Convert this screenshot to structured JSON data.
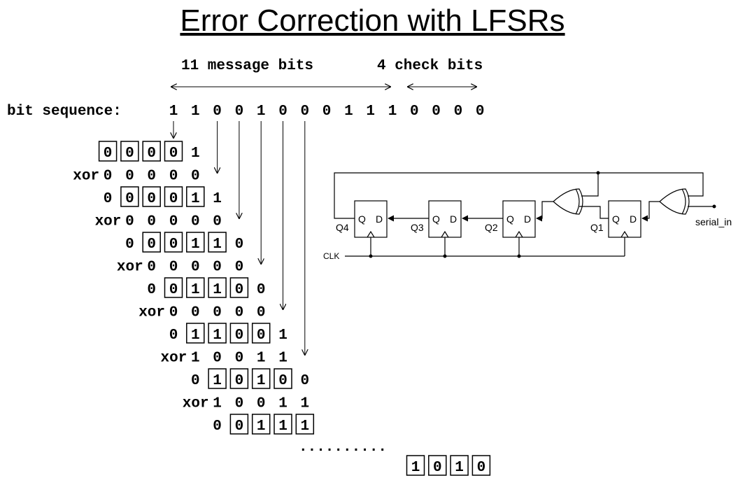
{
  "title": "Error Correction with LFSRs",
  "labels": {
    "message_bits": "11 message bits",
    "check_bits": "4 check bits",
    "bit_sequence": "bit sequence:",
    "xor": "xor",
    "ellipsis": "..........",
    "serial_in": "serial_in",
    "clk": "CLK",
    "q": "Q",
    "d": "D"
  },
  "bit_sequence": [
    "1",
    "1",
    "0",
    "0",
    "1",
    "0",
    "0",
    "0",
    "1",
    "1",
    "1",
    "0",
    "0",
    "0",
    "0"
  ],
  "message_bit_count": 11,
  "rows": [
    {
      "kind": "reg",
      "col": 0,
      "bits": [
        "0",
        "0",
        "0",
        "0"
      ],
      "incoming": "1",
      "lead": ""
    },
    {
      "kind": "xor",
      "col": 1,
      "bits": [
        "0",
        "0",
        "0",
        "0",
        "0"
      ]
    },
    {
      "kind": "reg",
      "col": 1,
      "bits": [
        "0",
        "0",
        "0",
        "1"
      ],
      "incoming": "1",
      "lead": "0"
    },
    {
      "kind": "xor",
      "col": 2,
      "bits": [
        "0",
        "0",
        "0",
        "0",
        "0"
      ]
    },
    {
      "kind": "reg",
      "col": 2,
      "bits": [
        "0",
        "0",
        "1",
        "1"
      ],
      "incoming": "0",
      "lead": "0"
    },
    {
      "kind": "xor",
      "col": 3,
      "bits": [
        "0",
        "0",
        "0",
        "0",
        "0"
      ]
    },
    {
      "kind": "reg",
      "col": 3,
      "bits": [
        "0",
        "1",
        "1",
        "0"
      ],
      "incoming": "0",
      "lead": "0"
    },
    {
      "kind": "xor",
      "col": 4,
      "bits": [
        "0",
        "0",
        "0",
        "0",
        "0"
      ]
    },
    {
      "kind": "reg",
      "col": 4,
      "bits": [
        "1",
        "1",
        "0",
        "0"
      ],
      "incoming": "1",
      "lead": "0"
    },
    {
      "kind": "xor",
      "col": 5,
      "bits": [
        "1",
        "0",
        "0",
        "1",
        "1"
      ]
    },
    {
      "kind": "reg",
      "col": 5,
      "bits": [
        "1",
        "0",
        "1",
        "0"
      ],
      "incoming": "0",
      "lead": "0"
    },
    {
      "kind": "xor",
      "col": 6,
      "bits": [
        "1",
        "0",
        "0",
        "1",
        "1"
      ]
    },
    {
      "kind": "reg",
      "col": 6,
      "bits": [
        "0",
        "1",
        "1",
        "1"
      ],
      "incoming": "",
      "lead": "0"
    }
  ],
  "final_register": [
    "1",
    "0",
    "1",
    "0"
  ],
  "flip_flops": [
    {
      "name": "Q4"
    },
    {
      "name": "Q3"
    },
    {
      "name": "Q2"
    },
    {
      "name": "Q1"
    }
  ]
}
